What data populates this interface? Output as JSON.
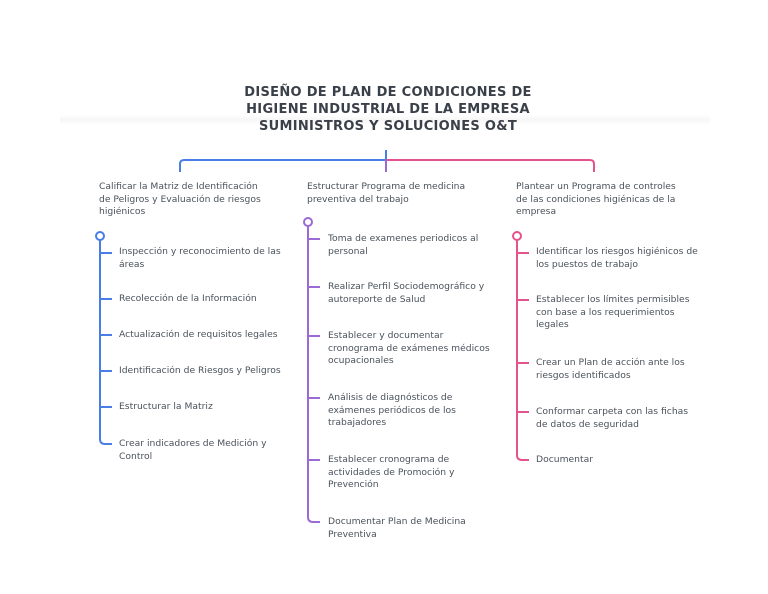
{
  "title": {
    "line1": "DISEÑO DE PLAN DE CONDICIONES DE",
    "line2": "HIGIENE INDUSTRIAL DE LA EMPRESA",
    "line3": "SUMINISTROS Y SOLUCIONES O&T"
  },
  "colors": {
    "branch1": "#4a7ee6",
    "branch2": "#9b6ad6",
    "branch3": "#e5538f"
  },
  "branches": [
    {
      "heading": [
        "Calificar la Matriz de Identificación",
        "de Peligros y Evaluación de riesgos",
        "higiénicos"
      ],
      "items": [
        [
          "Inspección y reconocimiento de las",
          "áreas"
        ],
        [
          "Recolección de la Información"
        ],
        [
          "Actualización de requisitos legales"
        ],
        [
          "Identificación de Riesgos y Peligros"
        ],
        [
          "Estructurar la Matriz"
        ],
        [
          "Crear indicadores de Medición y",
          "Control"
        ]
      ]
    },
    {
      "heading": [
        "Estructurar Programa de medicina",
        "preventiva del trabajo"
      ],
      "items": [
        [
          "Toma de examenes periodicos al",
          "personal"
        ],
        [
          "Realizar Perfil Sociodemográfico y",
          "autoreporte de Salud"
        ],
        [
          "Establecer y documentar",
          "cronograma de exámenes médicos",
          "ocupacionales"
        ],
        [
          "Análisis de diagnósticos de",
          "exámenes periódicos de los",
          "trabajadores"
        ],
        [
          "Establecer cronograma de",
          "actividades de Promoción y",
          "Prevención"
        ],
        [
          "Documentar Plan de Medicina",
          "Preventiva"
        ]
      ]
    },
    {
      "heading": [
        "Plantear un Programa de controles",
        "de las condiciones higiénicas de la",
        "empresa"
      ],
      "items": [
        [
          "Identificar los riesgos higiénicos de",
          "los puestos de trabajo"
        ],
        [
          "Establecer los límites permisibles",
          "con base a los requerimientos",
          "legales"
        ],
        [
          "Crear un Plan de acción ante los",
          "riesgos identificados"
        ],
        [
          "Conformar carpeta con las fichas",
          "de datos de seguridad"
        ],
        [
          "Documentar"
        ]
      ]
    }
  ]
}
